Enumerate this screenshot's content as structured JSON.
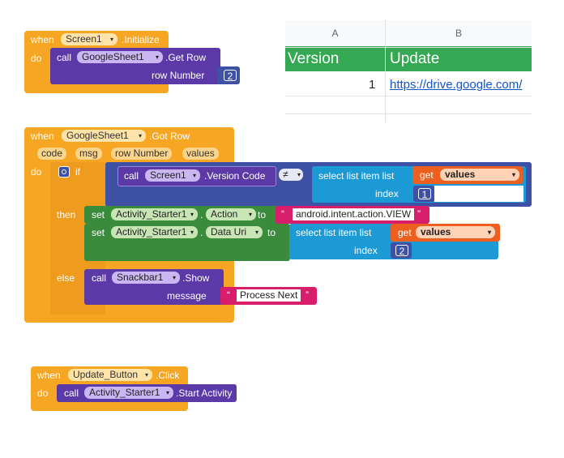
{
  "colors": {
    "event": "#f6a623",
    "component_call": "#5b3aa7",
    "control": "#ee9b1e",
    "set": "#3a8b3b",
    "list": "#1c9ad6",
    "text": "#d81e6a",
    "variable": "#ec5f1e",
    "math": "#3f51a5"
  },
  "block1": {
    "when": "when",
    "component": "Screen1",
    "event": ".Initialize",
    "do": "do",
    "call": "call",
    "target": "GoogleSheet1",
    "method": ".Get Row",
    "arg_label": "row Number",
    "arg_value": "2"
  },
  "block2": {
    "when": "when",
    "component": "GoogleSheet1",
    "event": ".Got Row",
    "params": [
      "code",
      "msg",
      "row Number",
      "values"
    ],
    "do": "do",
    "if": "if",
    "then": "then",
    "else": "else",
    "cond_call": "call",
    "cond_component": "Screen1",
    "cond_prop": ".Version Code",
    "op": "≠",
    "select_label": "select list item  list",
    "get": "get",
    "get_var": "values",
    "index_label": "index",
    "index1": "1",
    "set1": {
      "set": "set",
      "component": "Activity_Starter1",
      "prop": "Action",
      "to": "to",
      "value": "android.intent.action.VIEW"
    },
    "set2": {
      "set": "set",
      "component": "Activity_Starter1",
      "prop": "Data Uri",
      "to": "to",
      "select_label": "select list item  list",
      "get": "get",
      "get_var": "values",
      "index_label": "index",
      "index": "2"
    },
    "else_call": "call",
    "else_component": "Snackbar1",
    "else_method": ".Show",
    "message_label": "message",
    "message_value": "Process Next"
  },
  "block3": {
    "when": "when",
    "component": "Update_Button",
    "event": ".Click",
    "do": "do",
    "call": "call",
    "target": "Activity_Starter1",
    "method": ".Start Activity"
  },
  "sheet": {
    "col_a": "A",
    "col_b": "B",
    "header_a": "Version",
    "header_b": "Update",
    "row1_a": "1",
    "row1_b": "https://drive.google.com/"
  }
}
